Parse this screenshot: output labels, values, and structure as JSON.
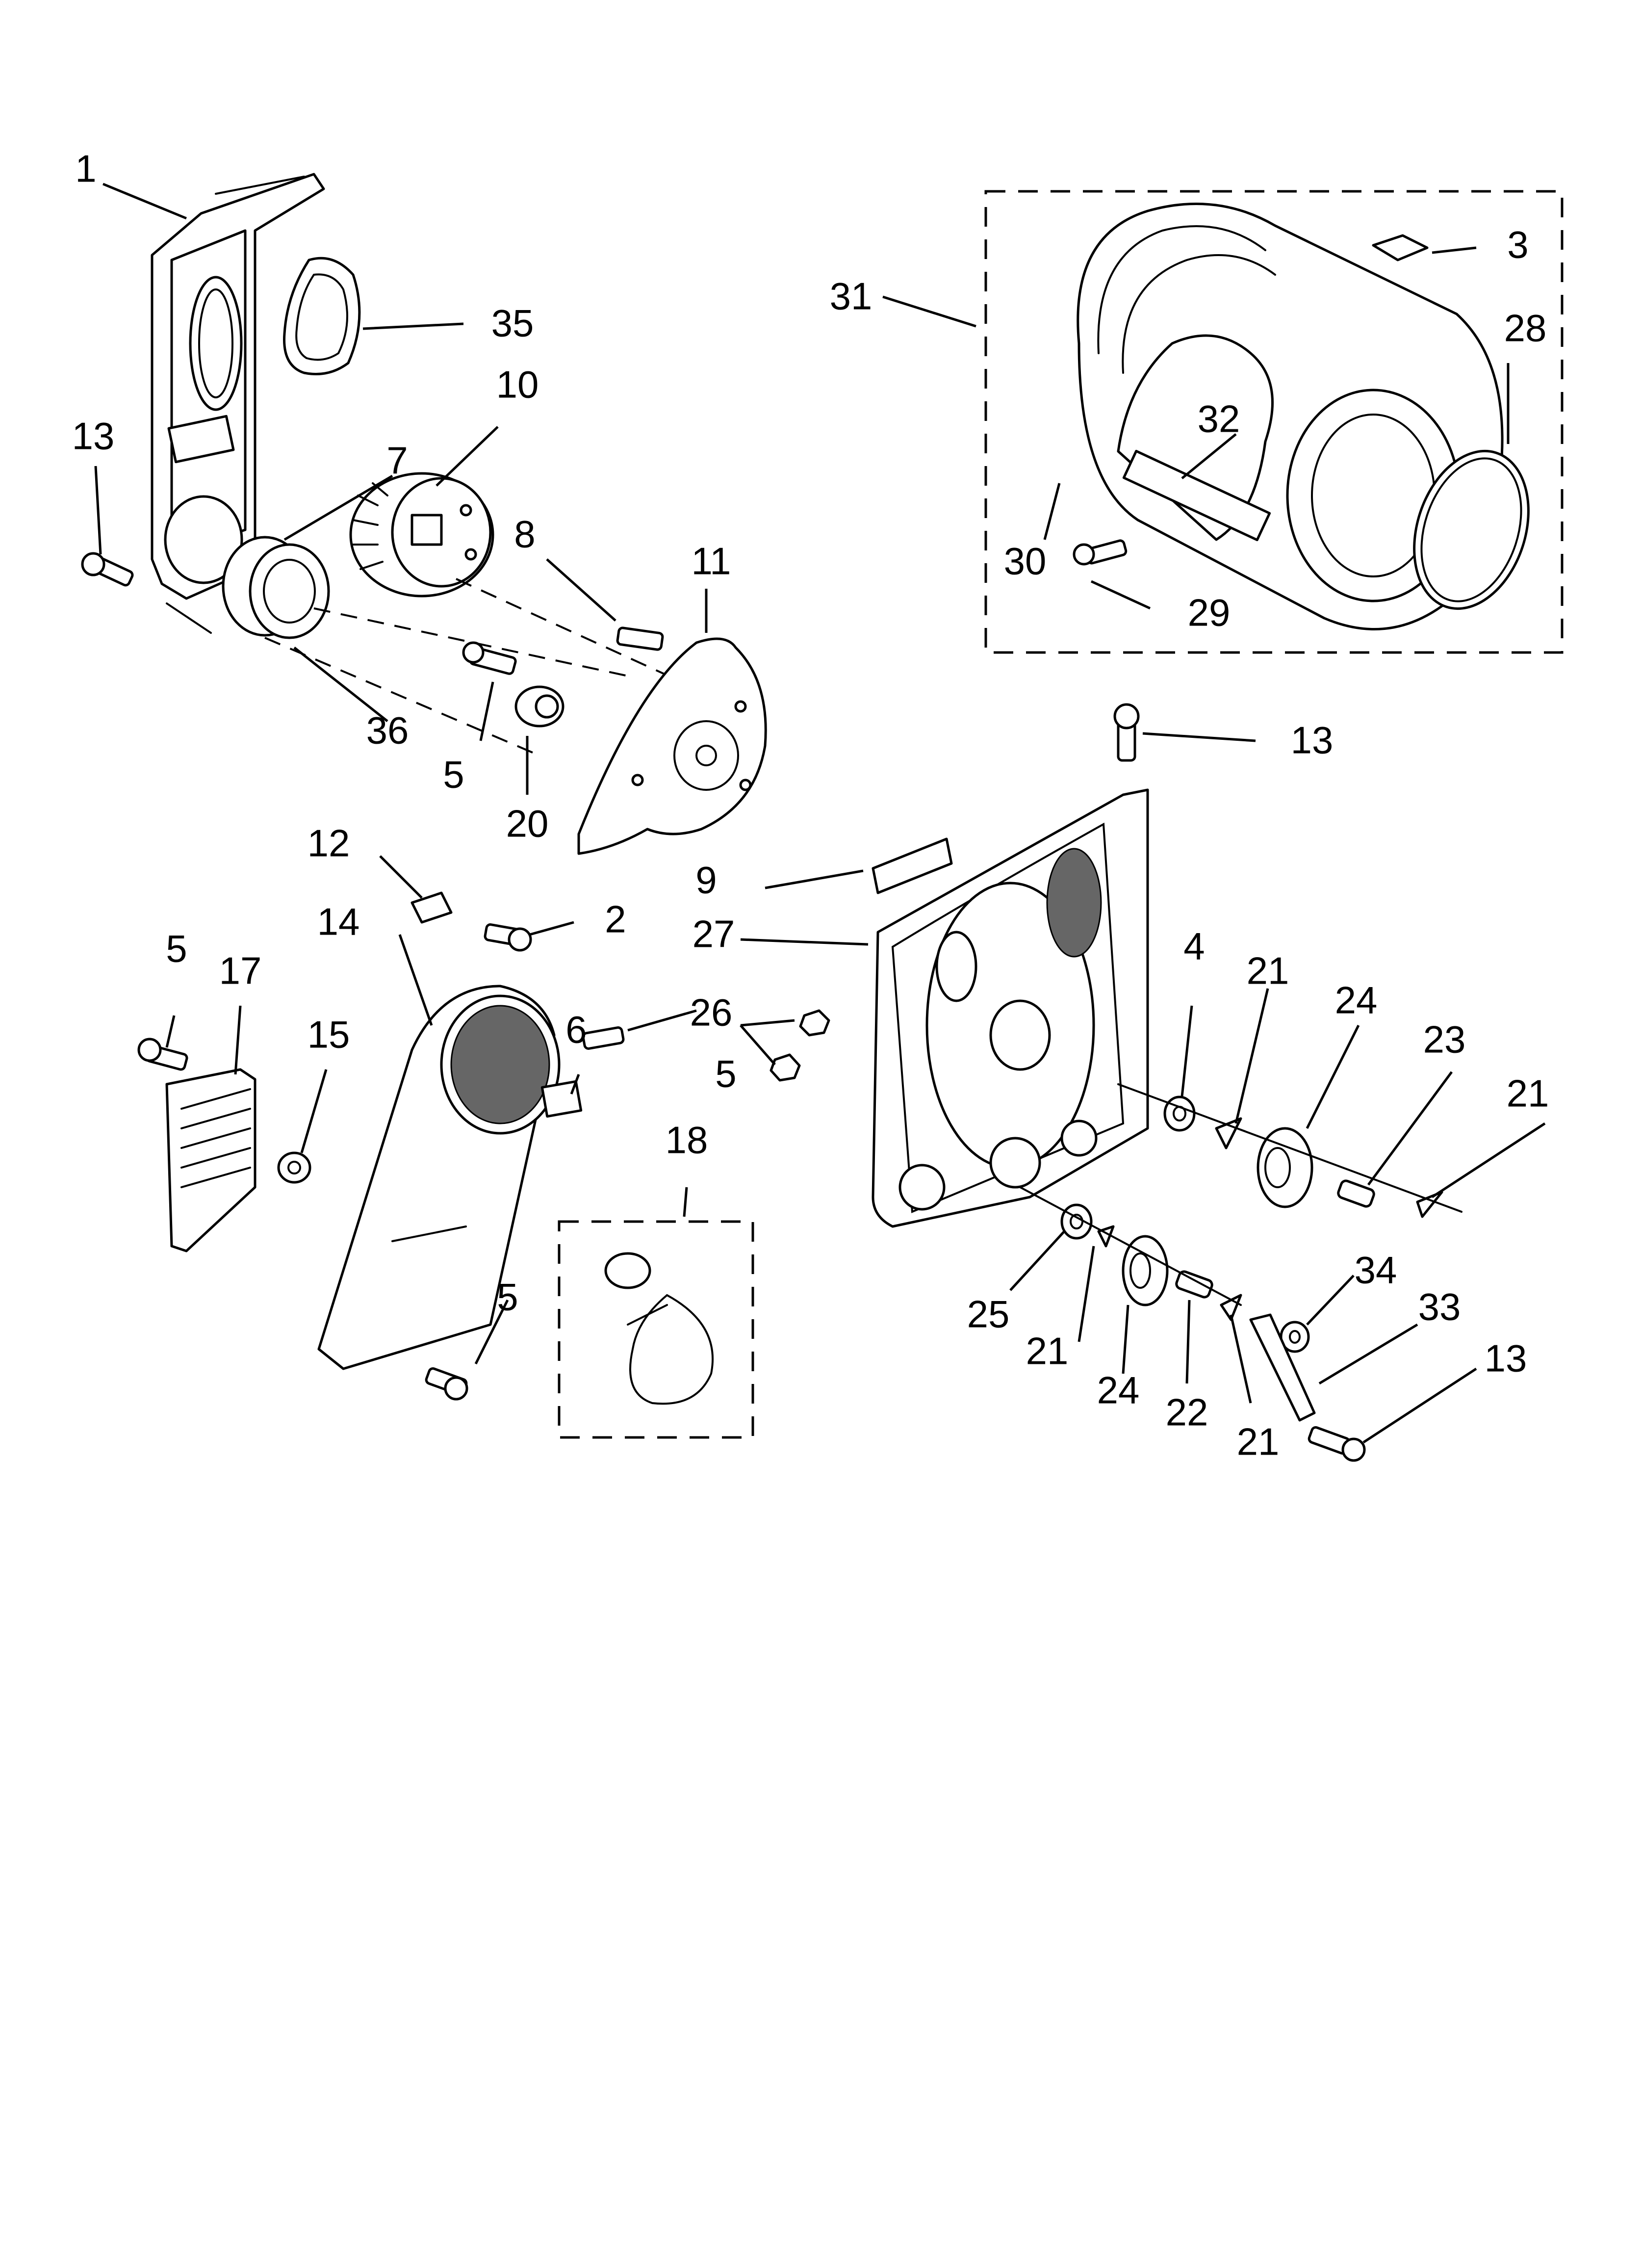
{
  "callouts": [
    {
      "id": "c1",
      "label": "1"
    },
    {
      "id": "c35",
      "label": "35"
    },
    {
      "id": "c10",
      "label": "10"
    },
    {
      "id": "c13a",
      "label": "13"
    },
    {
      "id": "c7",
      "label": "7"
    },
    {
      "id": "c8",
      "label": "8"
    },
    {
      "id": "c11",
      "label": "11"
    },
    {
      "id": "c36",
      "label": "36"
    },
    {
      "id": "c5a",
      "label": "5"
    },
    {
      "id": "c20",
      "label": "20"
    },
    {
      "id": "c31",
      "label": "31"
    },
    {
      "id": "c3",
      "label": "3"
    },
    {
      "id": "c28",
      "label": "28"
    },
    {
      "id": "c32",
      "label": "32"
    },
    {
      "id": "c30",
      "label": "30"
    },
    {
      "id": "c29",
      "label": "29"
    },
    {
      "id": "c13b",
      "label": "13"
    },
    {
      "id": "c12",
      "label": "12"
    },
    {
      "id": "c2",
      "label": "2"
    },
    {
      "id": "c9",
      "label": "9"
    },
    {
      "id": "c27",
      "label": "27"
    },
    {
      "id": "c5b",
      "label": "5"
    },
    {
      "id": "c17",
      "label": "17"
    },
    {
      "id": "c14",
      "label": "14"
    },
    {
      "id": "c15",
      "label": "15"
    },
    {
      "id": "c6",
      "label": "6"
    },
    {
      "id": "c5c",
      "label": "5"
    },
    {
      "id": "c26",
      "label": "26"
    },
    {
      "id": "c4",
      "label": "4"
    },
    {
      "id": "c21a",
      "label": "21"
    },
    {
      "id": "c24a",
      "label": "24"
    },
    {
      "id": "c23",
      "label": "23"
    },
    {
      "id": "c21b",
      "label": "21"
    },
    {
      "id": "c18",
      "label": "18"
    },
    {
      "id": "c34",
      "label": "34"
    },
    {
      "id": "c33",
      "label": "33"
    },
    {
      "id": "c25",
      "label": "25"
    },
    {
      "id": "c21c",
      "label": "21"
    },
    {
      "id": "c13c",
      "label": "13"
    },
    {
      "id": "c5d",
      "label": "5"
    },
    {
      "id": "c24b",
      "label": "24"
    },
    {
      "id": "c22",
      "label": "22"
    },
    {
      "id": "c21d",
      "label": "21"
    }
  ]
}
